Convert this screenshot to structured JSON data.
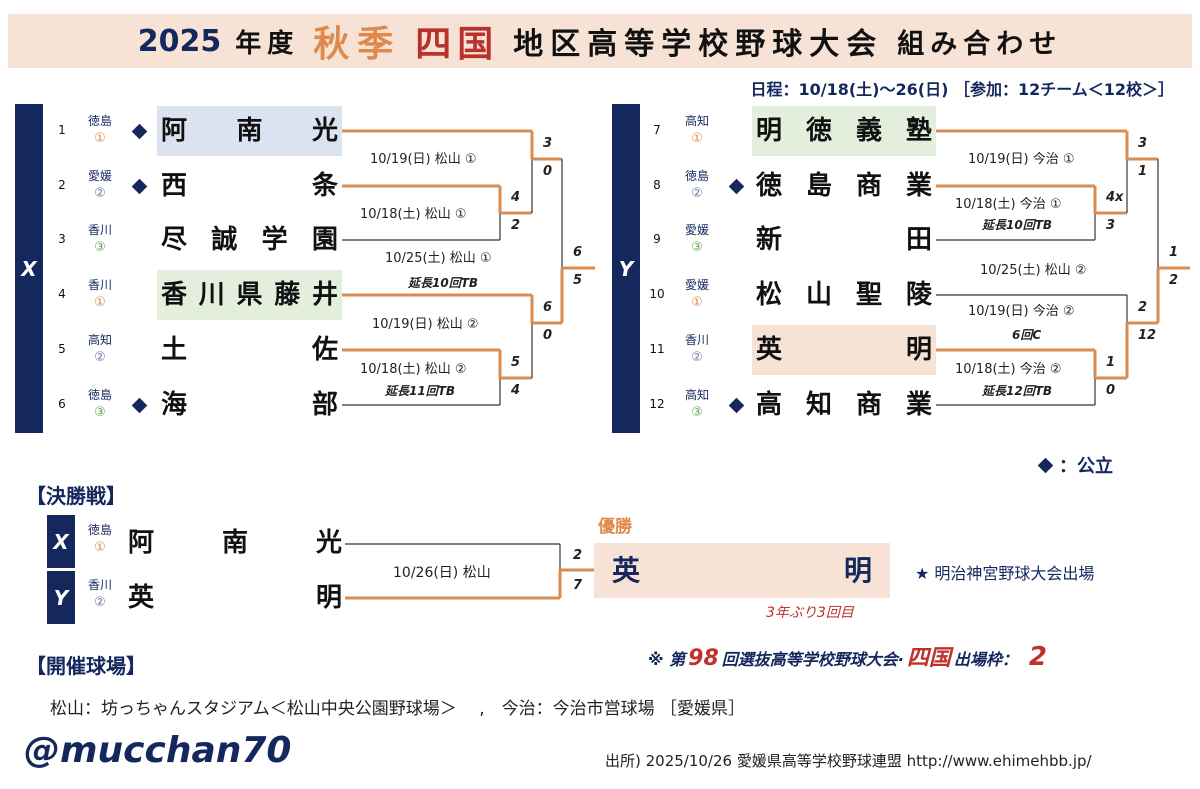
{
  "title": {
    "year": "2025",
    "nendo": "年度",
    "season": "秋季",
    "region": "四国",
    "rest": "地区高等学校野球大会",
    "tail": "組み合わせ"
  },
  "schedule": "日程：10/18(土)〜26(日) ［参加：12チーム＜12校＞］",
  "blocks": [
    {
      "label": "X",
      "teams": [
        {
          "no": "1",
          "pref": "徳島",
          "seed": "①",
          "public": true,
          "name": "阿南光"
        },
        {
          "no": "2",
          "pref": "愛媛",
          "seed": "②",
          "public": true,
          "name": "西条"
        },
        {
          "no": "3",
          "pref": "香川",
          "seed": "③",
          "public": false,
          "name": "尽誠学園"
        },
        {
          "no": "4",
          "pref": "香川",
          "seed": "①",
          "public": false,
          "name": "香川県藤井"
        },
        {
          "no": "5",
          "pref": "高知",
          "seed": "②",
          "public": false,
          "name": "土佐"
        },
        {
          "no": "6",
          "pref": "徳島",
          "seed": "③",
          "public": true,
          "name": "海部"
        }
      ],
      "games": [
        {
          "label": "10/18(土) 松山 ①",
          "note": "",
          "scores": [
            "4",
            "2"
          ]
        },
        {
          "label": "10/19(日) 松山 ①",
          "note": "",
          "scores": [
            "3",
            "0"
          ]
        },
        {
          "label": "10/18(土) 松山 ②",
          "note": "延長11回TB",
          "scores": [
            "5",
            "4"
          ]
        },
        {
          "label": "10/19(日) 松山 ②",
          "note": "",
          "scores": [
            "6",
            "0"
          ]
        },
        {
          "label": "10/25(土) 松山 ①",
          "note": "延長10回TB",
          "scores": [
            "6",
            "5"
          ]
        }
      ]
    },
    {
      "label": "Y",
      "teams": [
        {
          "no": "7",
          "pref": "高知",
          "seed": "①",
          "public": false,
          "name": "明徳義塾"
        },
        {
          "no": "8",
          "pref": "徳島",
          "seed": "②",
          "public": true,
          "name": "徳島商業"
        },
        {
          "no": "9",
          "pref": "愛媛",
          "seed": "③",
          "public": false,
          "name": "新田"
        },
        {
          "no": "10",
          "pref": "愛媛",
          "seed": "①",
          "public": false,
          "name": "松山聖陵"
        },
        {
          "no": "11",
          "pref": "香川",
          "seed": "②",
          "public": false,
          "name": "英明"
        },
        {
          "no": "12",
          "pref": "高知",
          "seed": "③",
          "public": true,
          "name": "高知商業"
        }
      ],
      "games": [
        {
          "label": "10/18(土) 今治 ①",
          "note": "延長10回TB",
          "scores": [
            "4x",
            "3"
          ]
        },
        {
          "label": "10/19(日) 今治 ①",
          "note": "",
          "scores": [
            "3",
            "1"
          ]
        },
        {
          "label": "10/18(土) 今治 ②",
          "note": "延長12回TB",
          "scores": [
            "1",
            "0"
          ]
        },
        {
          "label": "10/19(日) 今治 ②",
          "note": "6回C",
          "scores": [
            "2",
            "12"
          ]
        },
        {
          "label": "10/25(土) 松山 ②",
          "note": "",
          "scores": [
            "1",
            "2"
          ]
        }
      ]
    }
  ],
  "legend": "：公立",
  "final": {
    "heading": "【決勝戦】",
    "teams": [
      {
        "block": "X",
        "pref": "徳島",
        "seed": "①",
        "name": "阿南光"
      },
      {
        "block": "Y",
        "pref": "香川",
        "seed": "②",
        "name": "英明"
      }
    ],
    "label": "10/26(日) 松山",
    "scores": [
      "2",
      "7"
    ],
    "champion_label": "優勝",
    "champion": "英明",
    "champion_note": "3年ぶり3回目",
    "meiji": "★ 明治神宮野球大会出場"
  },
  "senbatsu": {
    "prefix": "※ 第",
    "num": "98",
    "mid": "回選抜高等学校野球大会·",
    "region": "四国",
    "suffix": "出場枠：",
    "slots": "2"
  },
  "venues": {
    "heading": "【開催球場】",
    "text": "松山：坊っちゃんスタジアム＜松山中央公園野球場＞　 ,　今治：今治市営球場 ［愛媛県］"
  },
  "handle": "@mucchan70",
  "source": "出所) 2025/10/26 愛媛県高等学校野球連盟 http://www.ehimehbb.jp/",
  "colors": {
    "navy": "#14285e",
    "orange": "#d98c52",
    "red": "#c0312b",
    "peach": "#f7e3d6"
  }
}
